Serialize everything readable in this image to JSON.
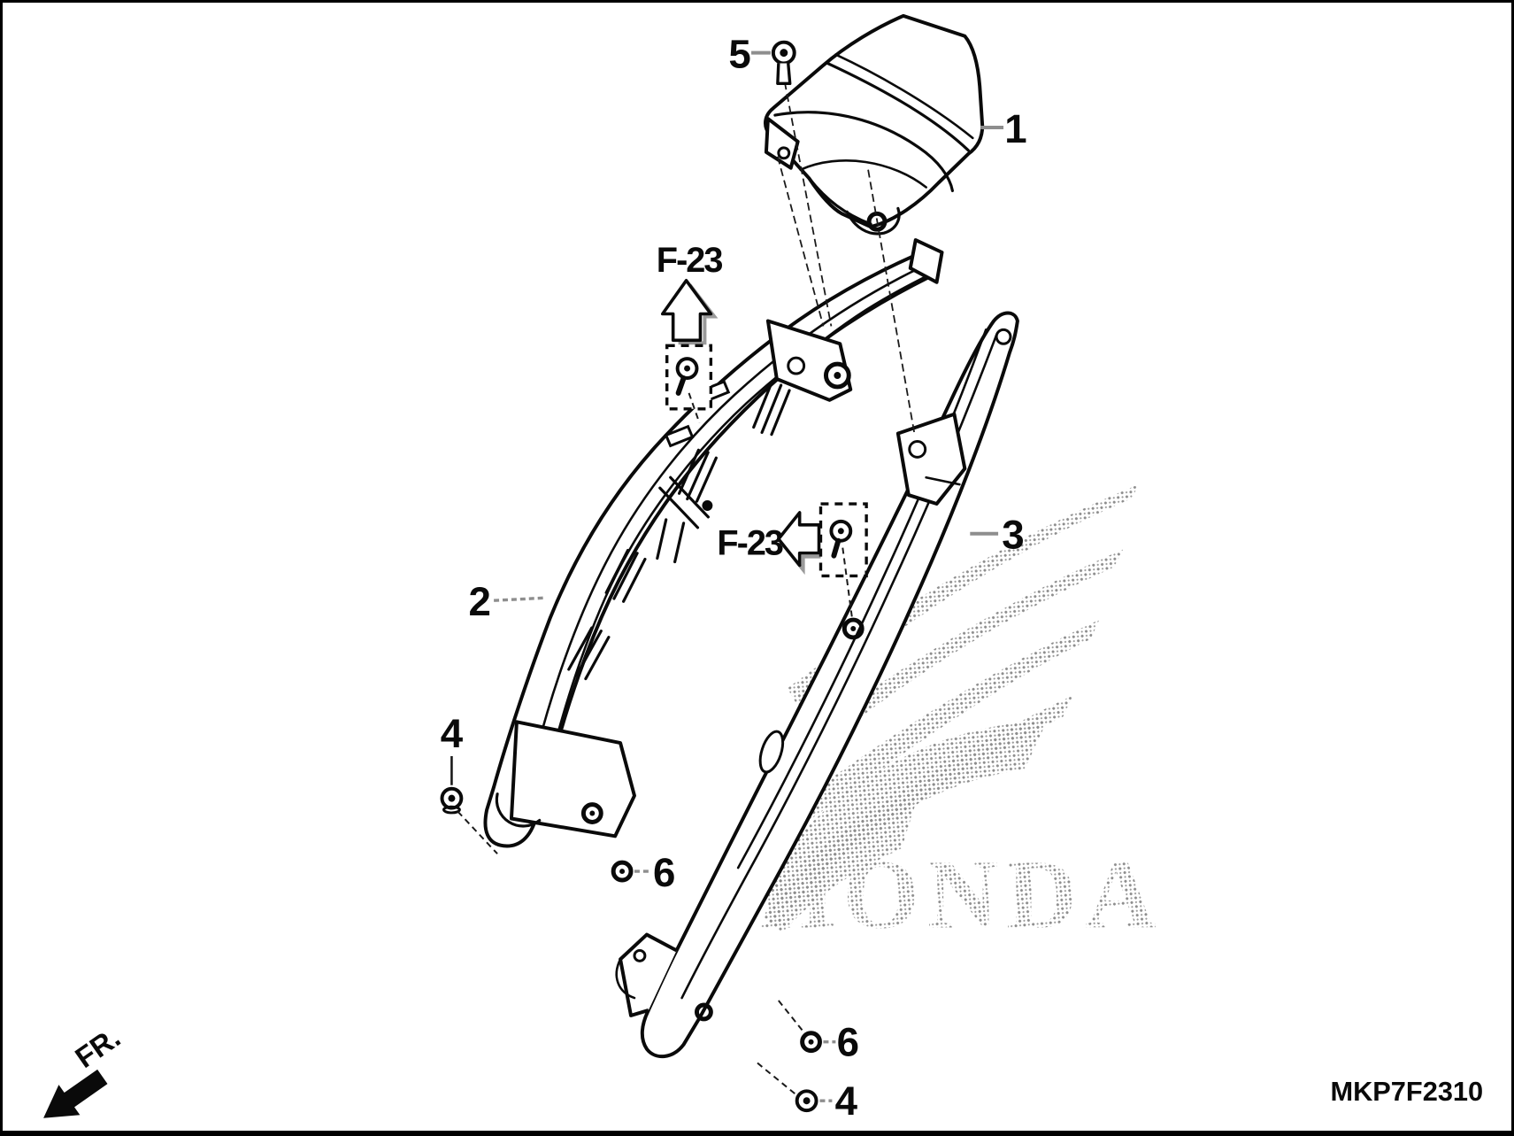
{
  "diagram": {
    "part_code": "MKP7F2310",
    "watermark_text": "HONDA",
    "direction_label": "FR.",
    "reference_labels": {
      "upper": "F-23",
      "lower": "F-23"
    },
    "callouts": {
      "rear_cowl": "1",
      "center_rail": "2",
      "side_rail": "3",
      "bolt_left": "4",
      "bolt_bottom": "4",
      "bolt_top": "5",
      "grommet_left": "6",
      "grommet_bottom": "6"
    }
  }
}
